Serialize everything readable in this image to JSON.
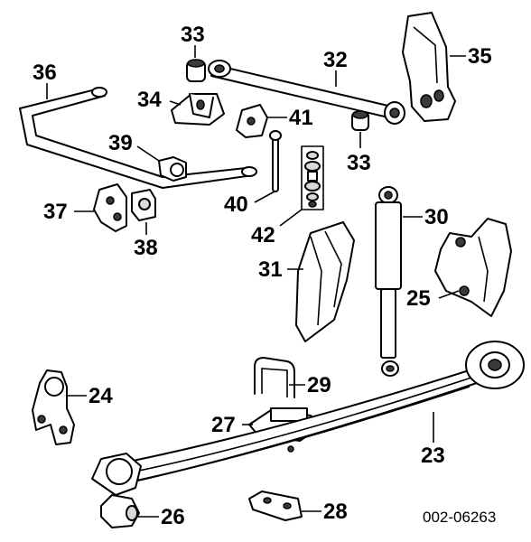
{
  "drawing_code": "002-06263",
  "callouts": [
    {
      "id": "c33a",
      "label": "33"
    },
    {
      "id": "c32",
      "label": "32"
    },
    {
      "id": "c35",
      "label": "35"
    },
    {
      "id": "c36",
      "label": "36"
    },
    {
      "id": "c34",
      "label": "34"
    },
    {
      "id": "c41",
      "label": "41"
    },
    {
      "id": "c33b",
      "label": "33"
    },
    {
      "id": "c39",
      "label": "39"
    },
    {
      "id": "c37",
      "label": "37"
    },
    {
      "id": "c40",
      "label": "40"
    },
    {
      "id": "c30",
      "label": "30"
    },
    {
      "id": "c38",
      "label": "38"
    },
    {
      "id": "c42",
      "label": "42"
    },
    {
      "id": "c31",
      "label": "31"
    },
    {
      "id": "c25",
      "label": "25"
    },
    {
      "id": "c24",
      "label": "24"
    },
    {
      "id": "c29",
      "label": "29"
    },
    {
      "id": "c27",
      "label": "27"
    },
    {
      "id": "c23",
      "label": "23"
    },
    {
      "id": "c26",
      "label": "26"
    },
    {
      "id": "c28",
      "label": "28"
    }
  ]
}
